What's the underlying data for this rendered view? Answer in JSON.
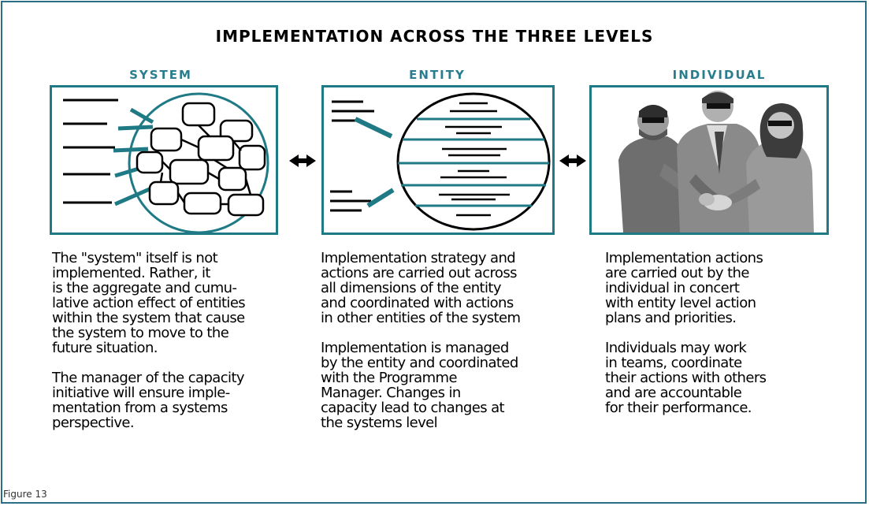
{
  "title": "IMPLEMENTATION ACROSS THE THREE LEVELS",
  "columns": [
    {
      "heading": "SYSTEM",
      "paragraphs": [
        "The \"system\" itself is not\nimplemented. Rather, it\nis the aggregate and cumu-\nlative action effect of entities\nwithin the system that cause\nthe system to move to the\nfuture situation.",
        "The manager of the capacity\ninitiative will ensure imple-\nmentation from a systems\nperspective."
      ]
    },
    {
      "heading": "ENTITY",
      "paragraphs": [
        "Implementation strategy and\nactions are carried out across\nall dimensions of the entity\nand coordinated with actions\nin other entities of the system",
        "Implementation is managed\nby the entity and coordinated\nwith the Programme\nManager. Changes in\ncapacity lead to changes at\nthe systems level"
      ]
    },
    {
      "heading": "INDIVIDUAL",
      "paragraphs": [
        "Implementation actions\nare carried out by the\nindividual in concert\nwith entity level action\nplans and priorities.",
        "Individuals may work\nin teams, coordinate\ntheir actions with others\nand are accountable\nfor their performance."
      ]
    }
  ],
  "caption": "Figure 13",
  "colors": {
    "frame": "#2a6f86",
    "accent": "#1f7a85",
    "heading": "#2a7d8e"
  }
}
